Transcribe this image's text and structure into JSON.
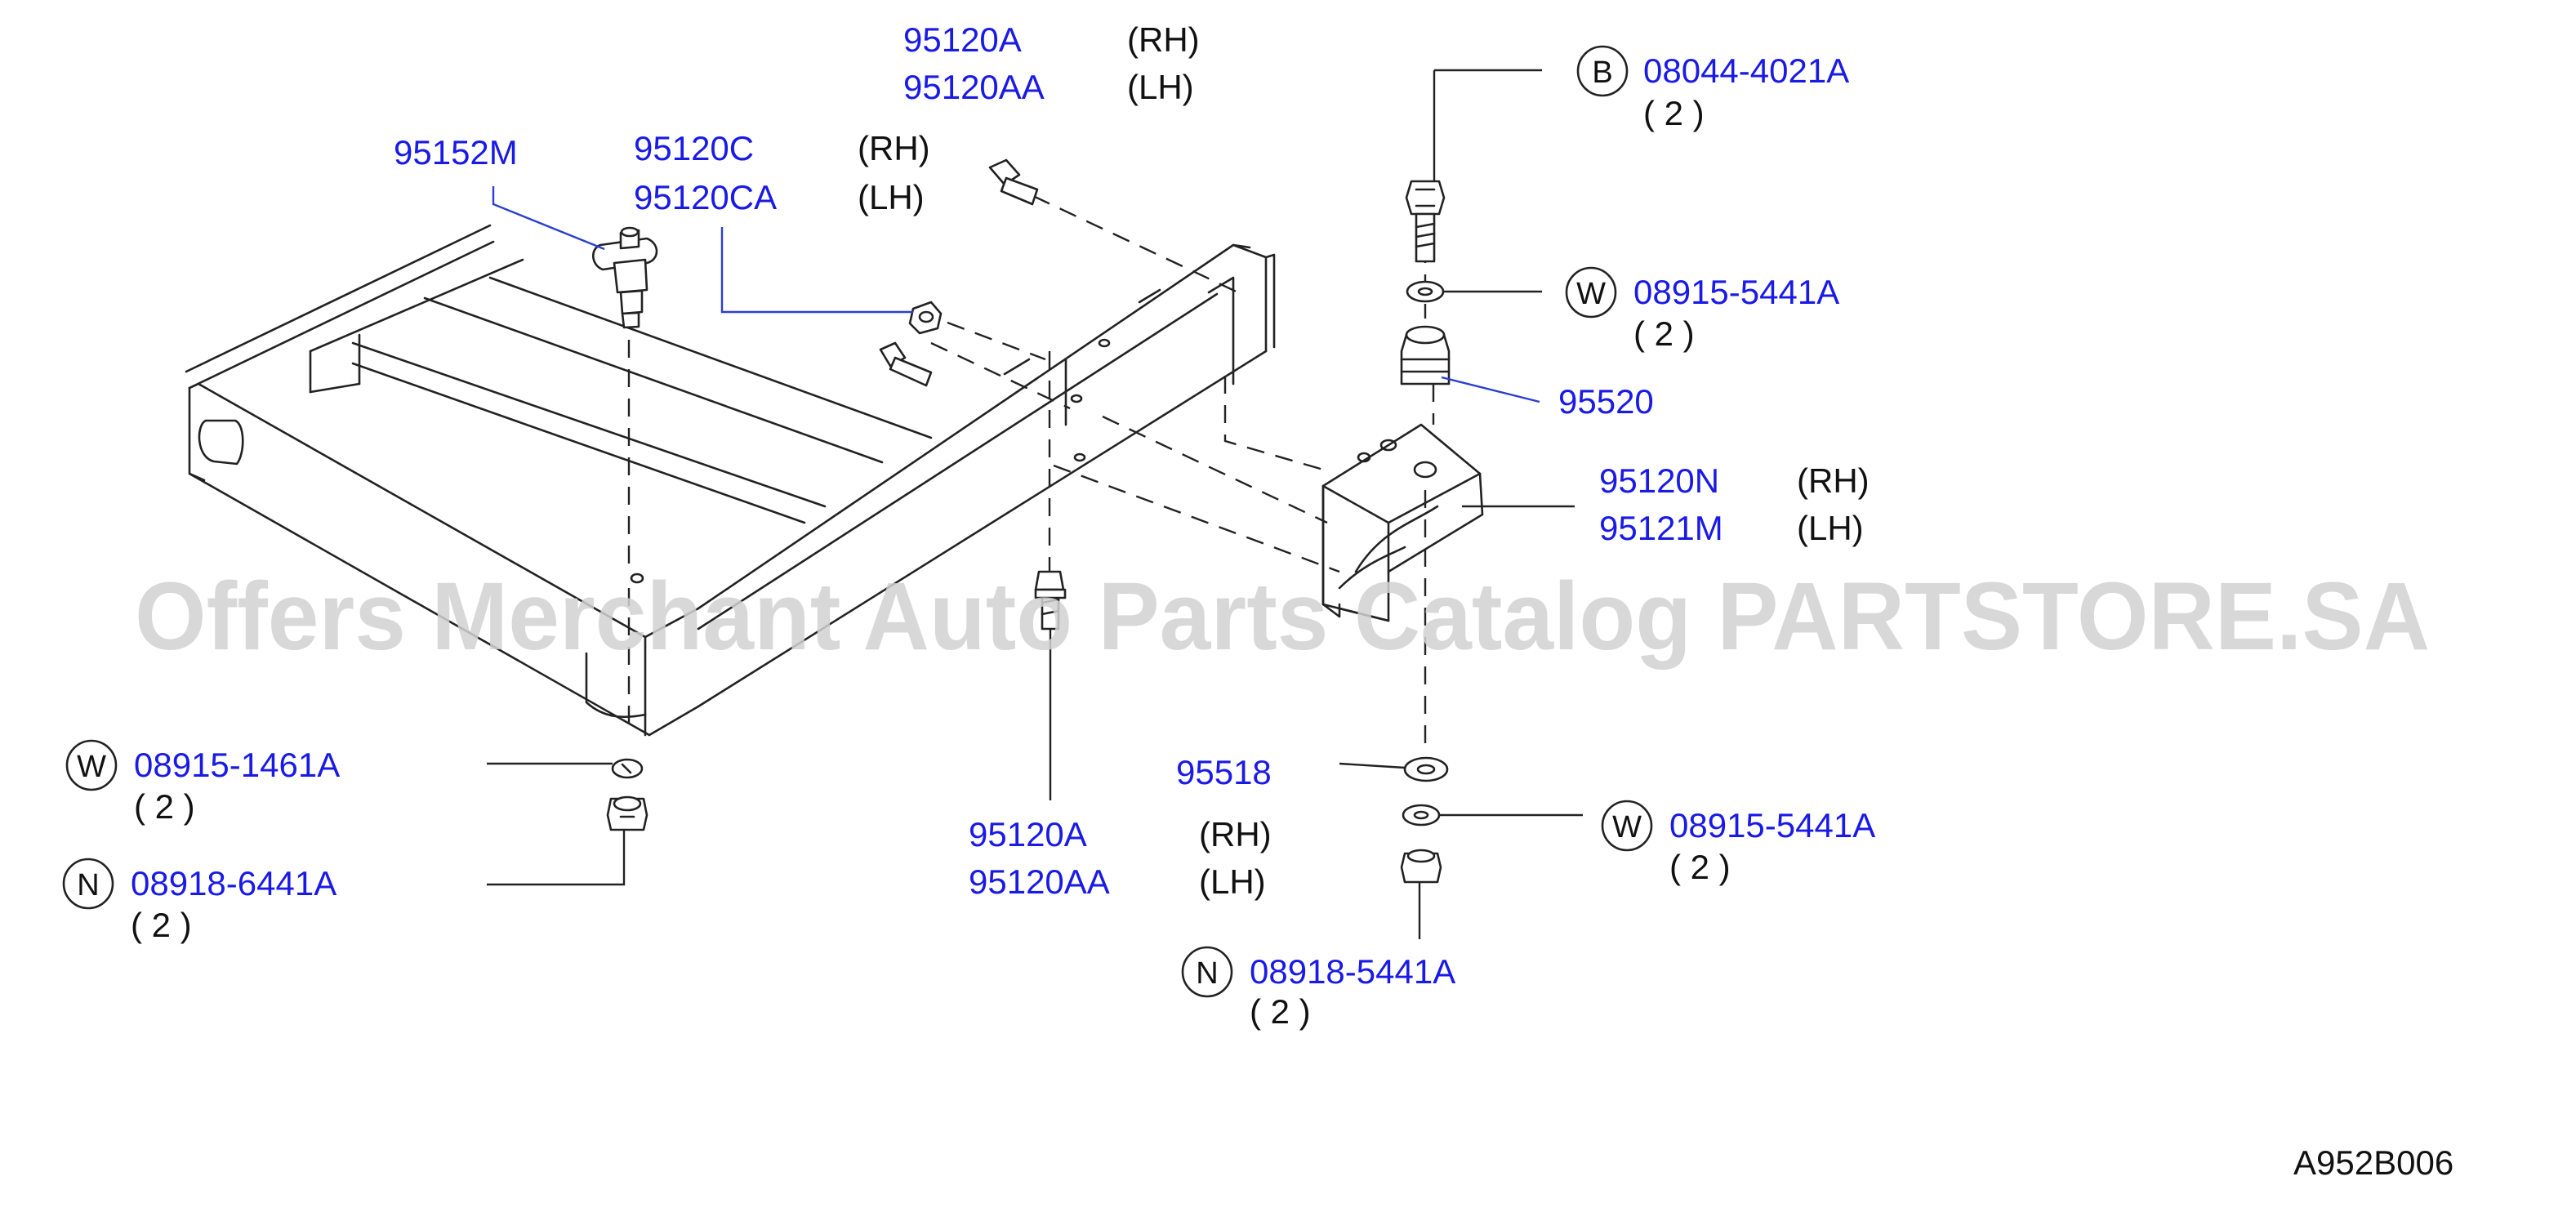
{
  "watermark": "Offers Merchant Auto Parts Catalog PARTSTORE.SA",
  "diagram_code": "A952B006",
  "callouts": {
    "c95152m": {
      "part": "95152M"
    },
    "c95120c": {
      "part1": "95120C",
      "side1": "(RH)",
      "part2": "95120CA",
      "side2": "(LH)"
    },
    "c95120a_top": {
      "part1": "95120A",
      "side1": "(RH)",
      "part2": "95120AA",
      "side2": "(LH)"
    },
    "c08044": {
      "symbol": "B",
      "part": "08044-4021A",
      "qty": "( 2 )"
    },
    "c08915_top": {
      "symbol": "W",
      "part": "08915-5441A",
      "qty": "( 2 )"
    },
    "c95520": {
      "part": "95520"
    },
    "c95120n": {
      "part1": "95120N",
      "side1": "(RH)",
      "part2": "95121M",
      "side2": "(LH)"
    },
    "c08915_1461": {
      "symbol": "W",
      "part": "08915-1461A",
      "qty": "( 2 )"
    },
    "c08918_6441": {
      "symbol": "N",
      "part": "08918-6441A",
      "qty": "( 2 )"
    },
    "c95120a_bot": {
      "part1": "95120A",
      "side1": "(RH)",
      "part2": "95120AA",
      "side2": "(LH)"
    },
    "c95518": {
      "part": "95518"
    },
    "c08915_bot": {
      "symbol": "W",
      "part": "08915-5441A",
      "qty": "( 2 )"
    },
    "c08918_5441": {
      "symbol": "N",
      "part": "08918-5441A",
      "qty": "( 2 )"
    }
  }
}
